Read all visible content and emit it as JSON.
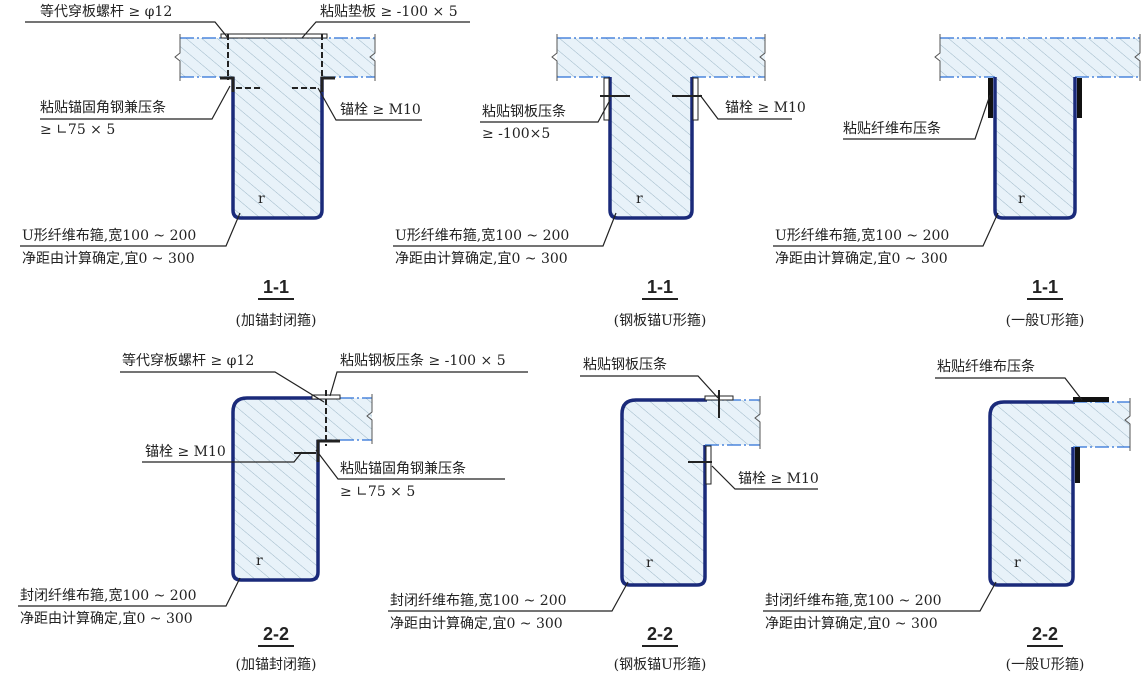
{
  "top_row": [
    {
      "labels": {
        "bolt": "等代穿板螺杆 ≥ φ12",
        "pad": "粘贴垫板 ≥ -100 × 5",
        "angle_1": "粘贴锚固角钢兼压条",
        "angle_2": "≥ ∟75 × 5",
        "anchor": "锚栓 ≥ M10"
      },
      "radius": "r",
      "hoop_1": "U形纤维布箍,宽100 ~ 200",
      "hoop_2": "净距由计算确定,宜0 ~ 300",
      "title": "1-1",
      "subtitle": "(加锚封闭箍)"
    },
    {
      "labels": {
        "plate_1": "粘贴钢板压条",
        "plate_2": "≥ -100×5",
        "anchor": "锚栓 ≥ M10"
      },
      "radius": "r",
      "hoop_1": "U形纤维布箍,宽100 ~ 200",
      "hoop_2": "净距由计算确定,宜0 ~ 300",
      "title": "1-1",
      "subtitle": "(钢板锚U形箍)"
    },
    {
      "labels": {
        "strip": "粘贴纤维布压条"
      },
      "radius": "r",
      "hoop_1": "U形纤维布箍,宽100 ~ 200",
      "hoop_2": "净距由计算确定,宜0 ~ 300",
      "title": "1-1",
      "subtitle": "(一般U形箍)"
    }
  ],
  "bottom_row": [
    {
      "labels": {
        "bolt": "等代穿板螺杆 ≥ φ12",
        "plate": "粘贴钢板压条 ≥ -100 × 5",
        "anchor": "锚栓 ≥ M10",
        "angle_1": "粘贴锚固角钢兼压条",
        "angle_2": "≥ ∟75 × 5"
      },
      "radius": "r",
      "hoop_1": "封闭纤维布箍,宽100 ~ 200",
      "hoop_2": "净距由计算确定,宜0 ~ 300",
      "title": "2-2",
      "subtitle": "(加锚封闭箍)"
    },
    {
      "labels": {
        "plate": "粘贴钢板压条",
        "anchor": "锚栓 ≥ M10"
      },
      "radius": "r",
      "hoop_1": "封闭纤维布箍,宽100 ~ 200",
      "hoop_2": "净距由计算确定,宜0 ~ 300",
      "title": "2-2",
      "subtitle": "(钢板锚U形箍)"
    },
    {
      "labels": {
        "strip": "粘贴纤维布压条"
      },
      "radius": "r",
      "hoop_1": "封闭纤维布箍,宽100 ~ 200",
      "hoop_2": "净距由计算确定,宜0 ~ 300",
      "title": "2-2",
      "subtitle": "(一般U形箍)"
    }
  ],
  "colors": {
    "concrete": "#e6f1f8",
    "hatch": "#8aa8bb",
    "fiber": "#1a2a7a",
    "slab_edge": "#2a6fd6"
  }
}
